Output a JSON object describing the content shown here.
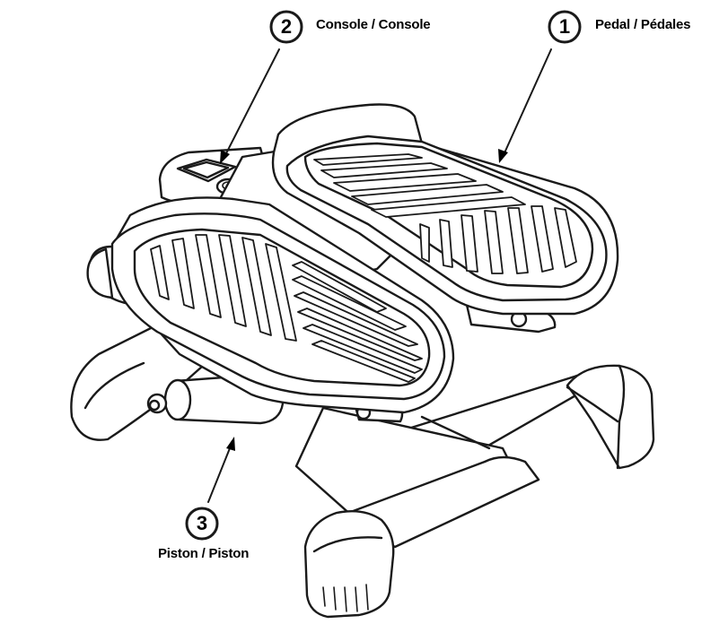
{
  "callouts": [
    {
      "number": "1",
      "label": "Pedal / Pédales"
    },
    {
      "number": "2",
      "label": "Console / Console"
    },
    {
      "number": "3",
      "label": "Piston / Piston"
    }
  ],
  "colors": {
    "line": "#1a1a1a",
    "background": "#ffffff"
  }
}
